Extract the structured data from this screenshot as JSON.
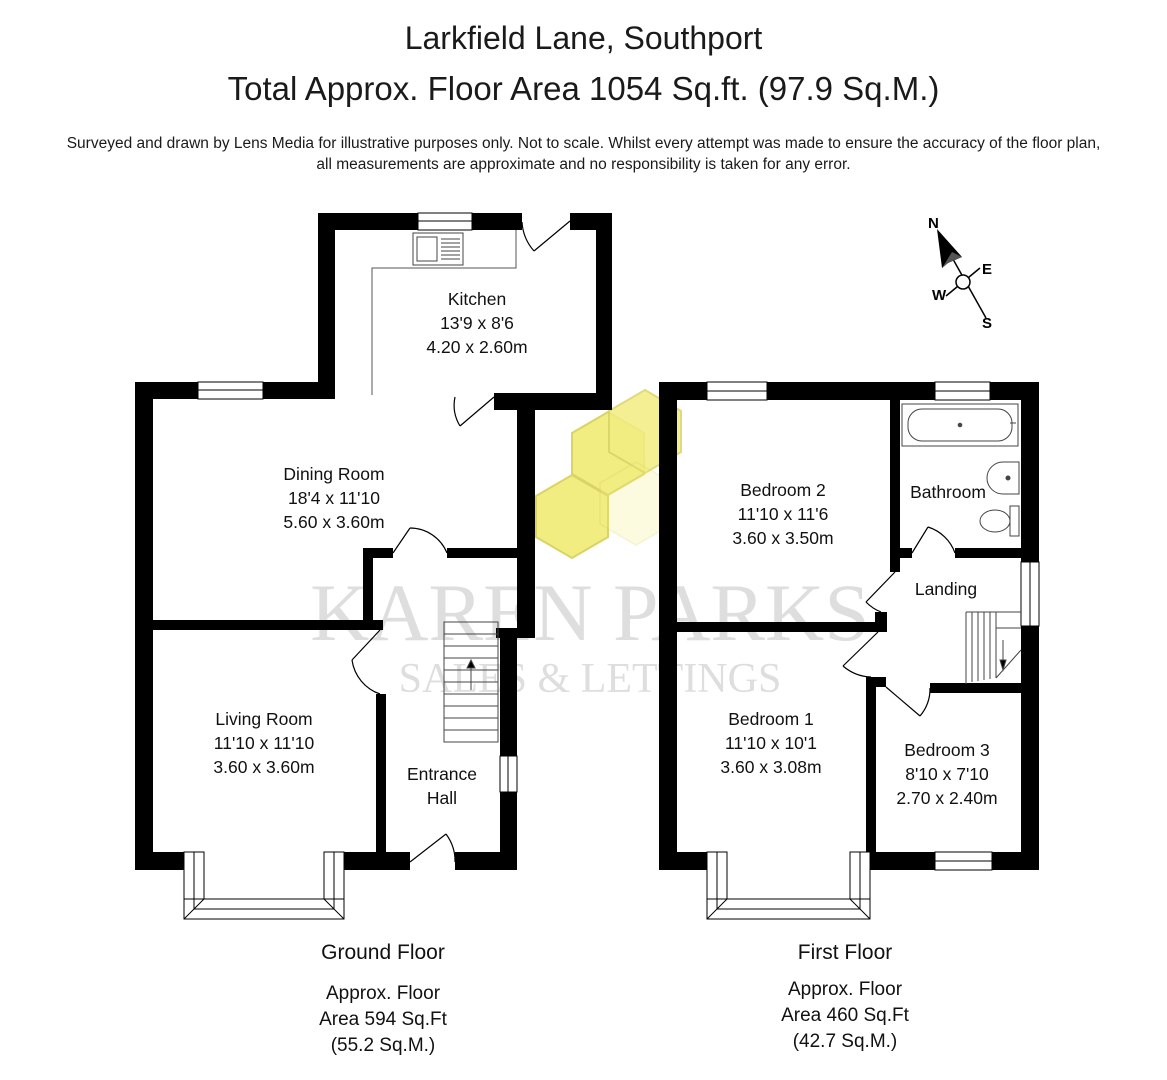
{
  "header": {
    "title": "Larkfield Lane, Southport",
    "area": "Total Approx. Floor Area 1054 Sq.ft. (97.9 Sq.M.)",
    "disclaimer_line1": "Surveyed and drawn by Lens Media for illustrative purposes only. Not to scale. Whilst every attempt was made to ensure the accuracy of the floor plan,",
    "disclaimer_line2": "all measurements are approximate and no responsibility is taken for any error."
  },
  "compass": {
    "n": "N",
    "e": "E",
    "s": "S",
    "w": "W"
  },
  "watermark": {
    "line1": "KAREN PARKS",
    "line2": "SALES & LETTINGS",
    "color": "#f2ec7a"
  },
  "ground_floor": {
    "label": "Ground Floor",
    "area_line1": "Approx. Floor",
    "area_line2": "Area 594 Sq.Ft",
    "area_line3": "(55.2 Sq.M.)",
    "rooms": {
      "kitchen": {
        "name": "Kitchen",
        "imperial": "13'9 x 8'6",
        "metric": "4.20 x 2.60m"
      },
      "dining": {
        "name": "Dining Room",
        "imperial": "18'4 x 11'10",
        "metric": "5.60 x 3.60m"
      },
      "living": {
        "name": "Living Room",
        "imperial": "11'10 x 11'10",
        "metric": "3.60 x 3.60m"
      },
      "hall": {
        "name1": "Entrance",
        "name2": "Hall"
      }
    }
  },
  "first_floor": {
    "label": "First Floor",
    "area_line1": "Approx. Floor",
    "area_line2": "Area 460 Sq.Ft",
    "area_line3": "(42.7 Sq.M.)",
    "rooms": {
      "bed2": {
        "name": "Bedroom 2",
        "imperial": "11'10 x 11'6",
        "metric": "3.60 x 3.50m"
      },
      "bath": {
        "name": "Bathroom"
      },
      "landing": {
        "name": "Landing"
      },
      "bed1": {
        "name": "Bedroom 1",
        "imperial": "11'10 x 10'1",
        "metric": "3.60 x 3.08m"
      },
      "bed3": {
        "name": "Bedroom 3",
        "imperial": "8'10 x 7'10",
        "metric": "2.70 x 2.40m"
      }
    }
  }
}
